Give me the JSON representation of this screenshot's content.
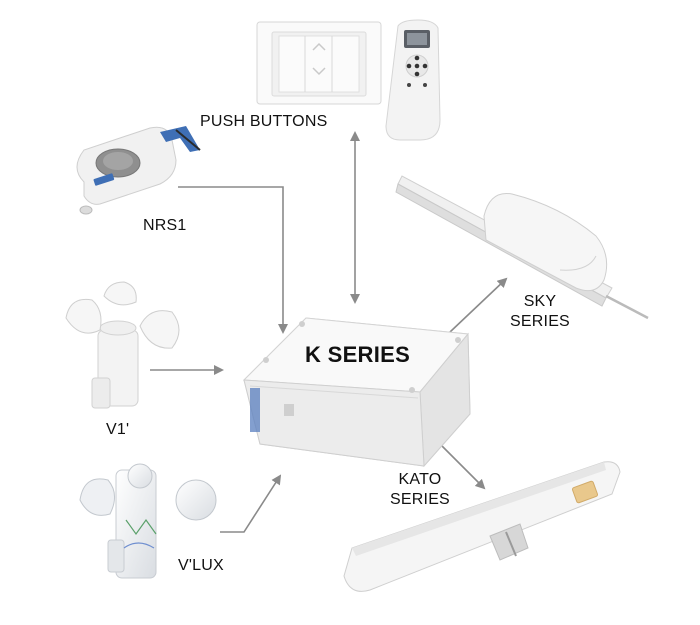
{
  "diagram": {
    "center": {
      "label": "K SERIES"
    },
    "nodes": {
      "push_buttons": {
        "label": "PUSH BUTTONS"
      },
      "nrs1": {
        "label": "NRS1"
      },
      "sky": {
        "line1": "SKY",
        "line2": "SERIES"
      },
      "v1": {
        "label": "V1'"
      },
      "vlux": {
        "label": "V'LUX"
      },
      "kato": {
        "line1": "KATO",
        "line2": "SERIES"
      }
    },
    "colors": {
      "arrow": "#8a8a8a",
      "device_body": "#f4f4f4",
      "device_edge": "#d2d2d2",
      "accent_blue": "#3f6fb5"
    }
  }
}
